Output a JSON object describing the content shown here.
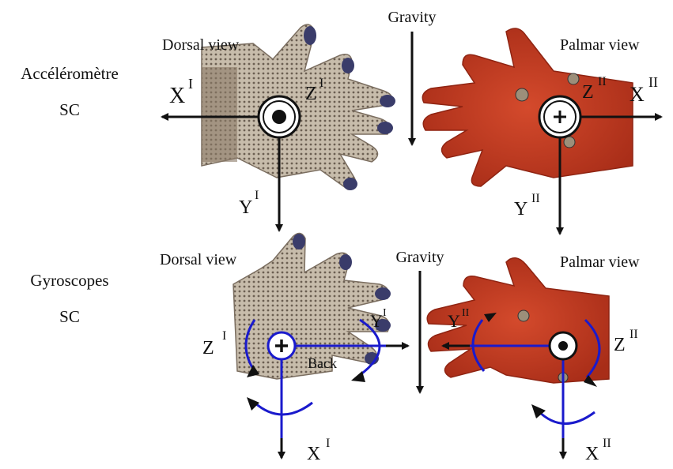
{
  "row_labels": {
    "accelerometer_line1": "Accéléromètre",
    "accelerometer_line2": "SC",
    "gyroscope_line1": "Gyroscopes",
    "gyroscope_line2": "SC"
  },
  "top_panel": {
    "dorsal_title": "Dorsal view",
    "palmar_title": "Palmar view",
    "gravity_label": "Gravity",
    "x_left": "X",
    "x_left_sup": "I",
    "z_left": "Z",
    "z_left_sup": "I",
    "y_left": "Y",
    "y_left_sup": "I",
    "z_right": "Z",
    "z_right_sup": "II",
    "x_right": "X",
    "x_right_sup": "II",
    "y_right": "Y",
    "y_right_sup": "II"
  },
  "bottom_panel": {
    "dorsal_title": "Dorsal view",
    "palmar_title": "Palmar view",
    "gravity_label": "Gravity",
    "z_left": "Z",
    "z_left_sup": "I",
    "y_left": "Y",
    "y_left_sup": "I",
    "back_label": "Back",
    "x_left": "X",
    "x_left_sup": "I",
    "y_right": "Y",
    "y_right_sup": "II",
    "z_right": "Z",
    "z_right_sup": "II",
    "x_right": "X",
    "x_right_sup": "II"
  },
  "colors": {
    "dorsal_glove": "#b3a796",
    "palmar_glove": "#c43c22",
    "axis": "#111111",
    "rotation": "#1a1acc"
  }
}
